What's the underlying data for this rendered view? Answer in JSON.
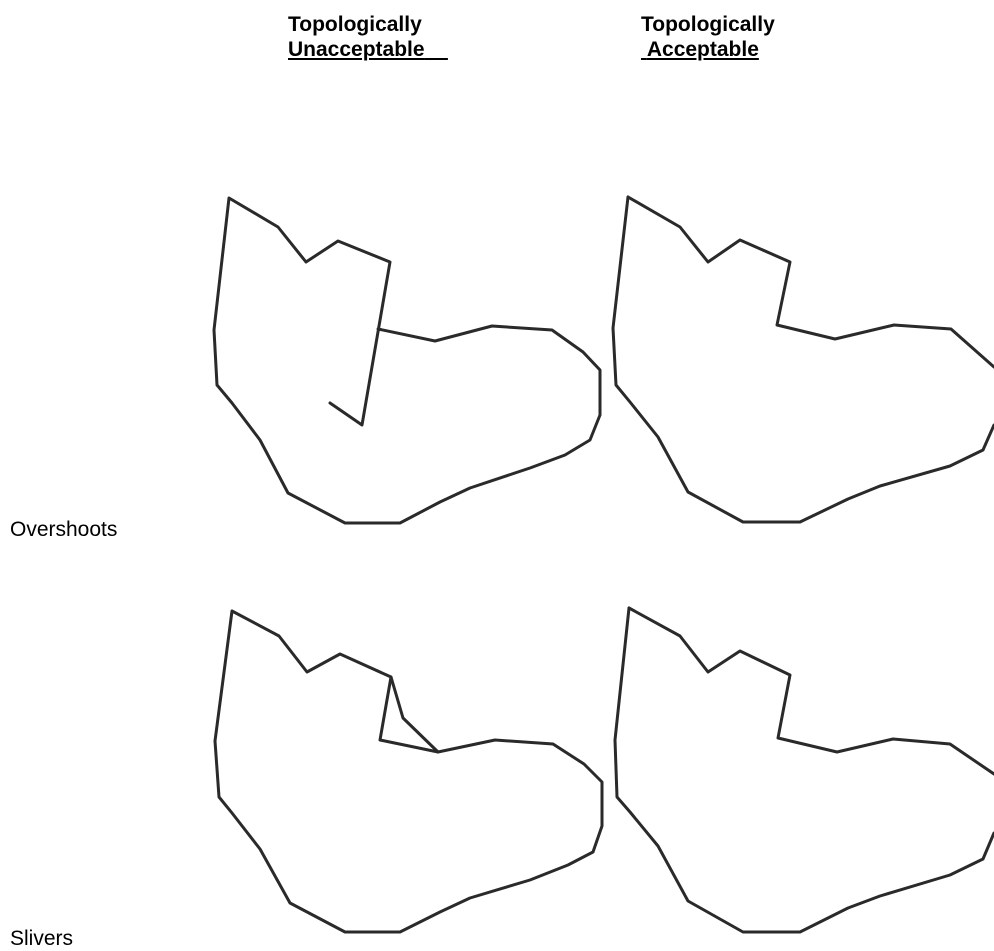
{
  "columns": {
    "unacceptable": {
      "line1": "Topologically",
      "line2": "Unacceptable"
    },
    "acceptable": {
      "line1": "Topologically",
      "line2": "Acceptable"
    }
  },
  "rows": {
    "overshoots": "Overshoots",
    "slivers": "Slivers"
  }
}
